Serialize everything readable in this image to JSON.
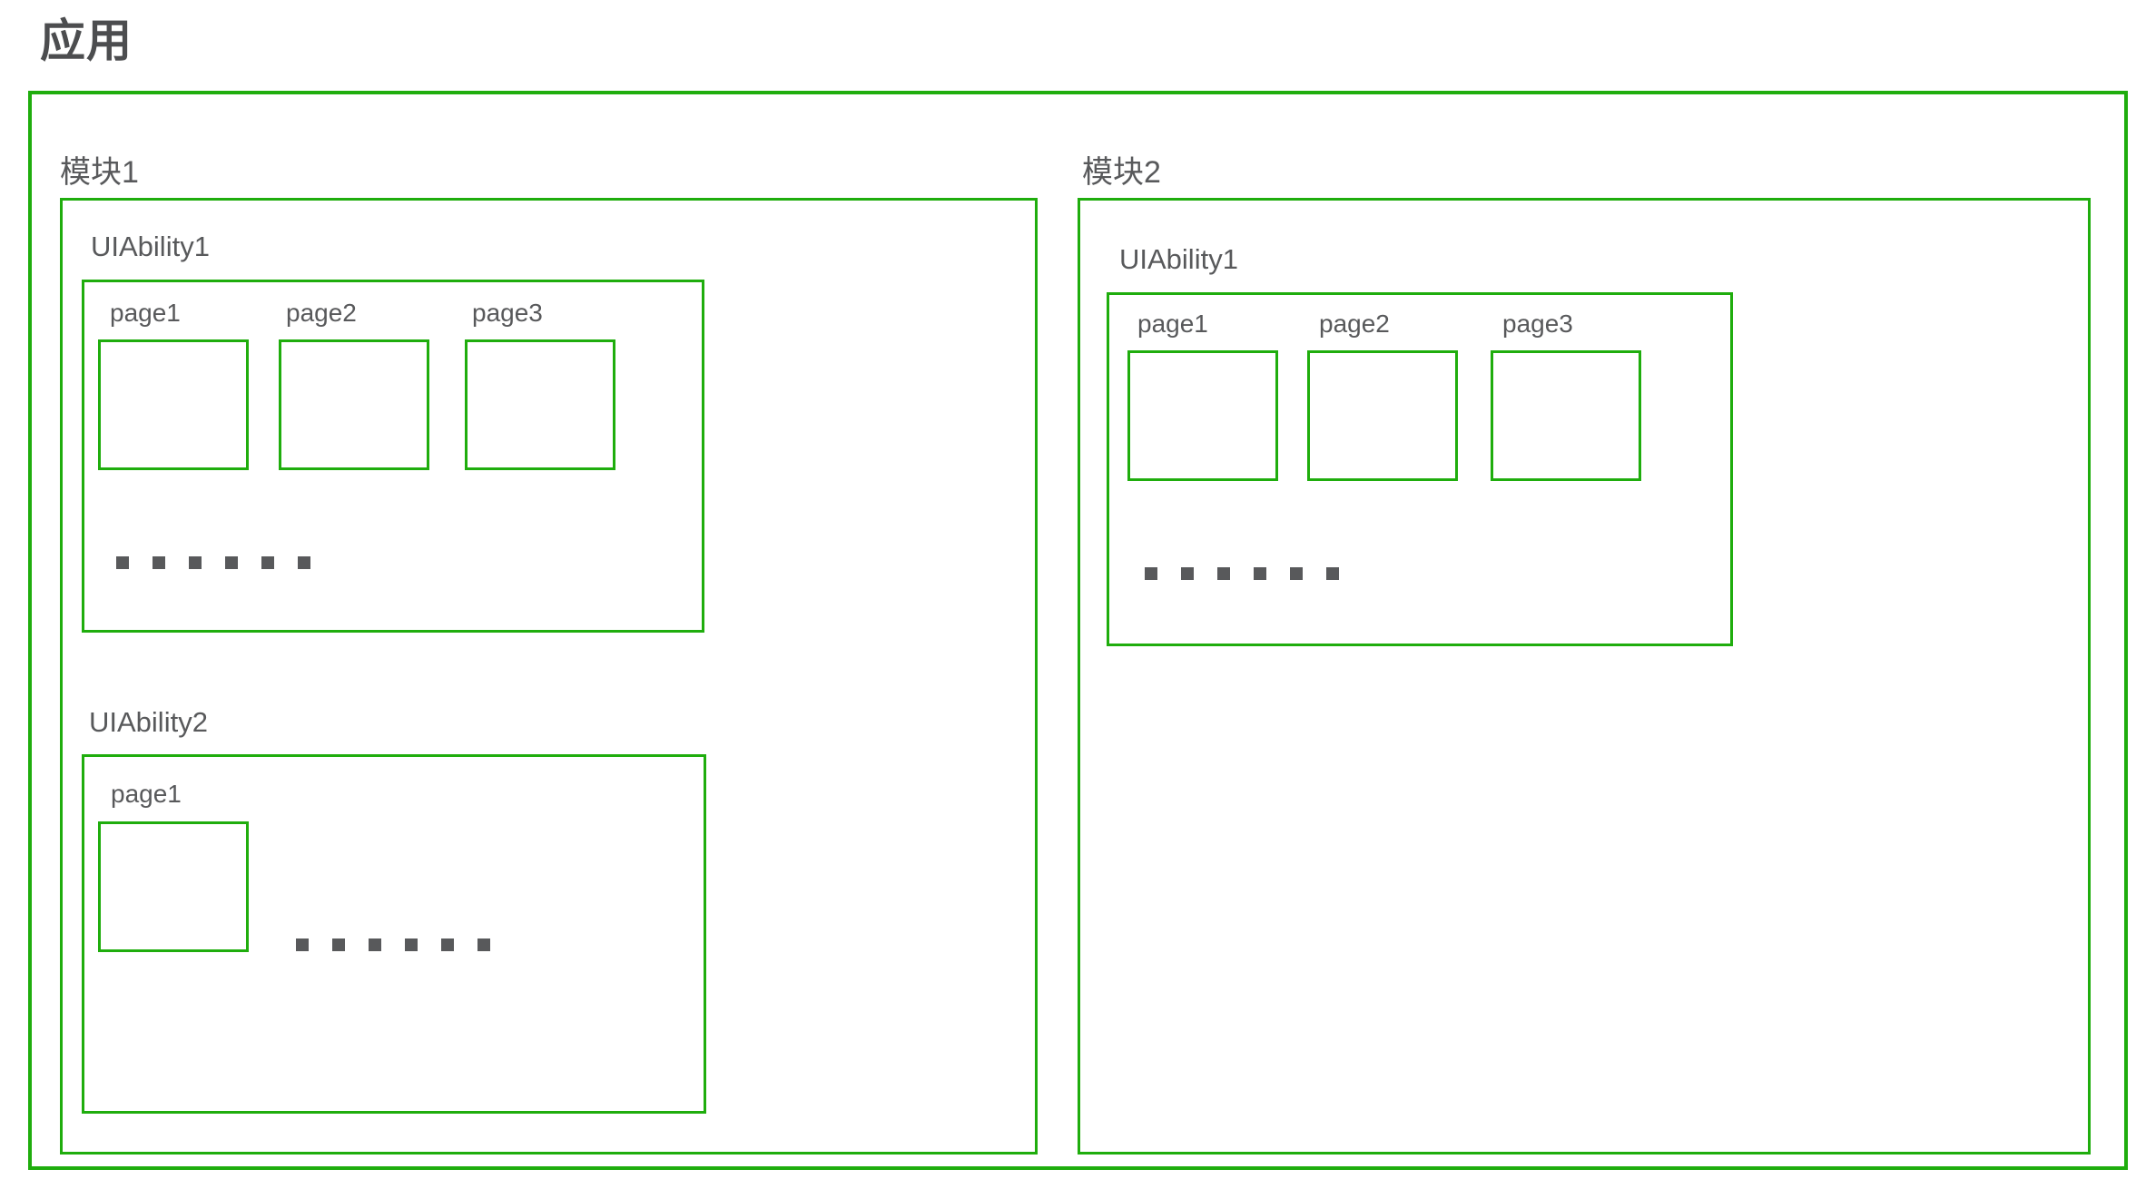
{
  "title": "应用",
  "colors": {
    "green": "#1fad0d",
    "label_text": "#58595b",
    "title_text": "#4c4d4f",
    "dot": "#58595b"
  },
  "modules": [
    {
      "label": "模块1",
      "abilities": [
        {
          "label": "UIAbility1",
          "pages": [
            "page1",
            "page2",
            "page3"
          ],
          "ellipsis_dots": 6
        },
        {
          "label": "UIAbility2",
          "pages": [
            "page1"
          ],
          "ellipsis_dots": 6
        }
      ]
    },
    {
      "label": "模块2",
      "abilities": [
        {
          "label": "UIAbility1",
          "pages": [
            "page1",
            "page2",
            "page3"
          ],
          "ellipsis_dots": 6
        }
      ]
    }
  ]
}
